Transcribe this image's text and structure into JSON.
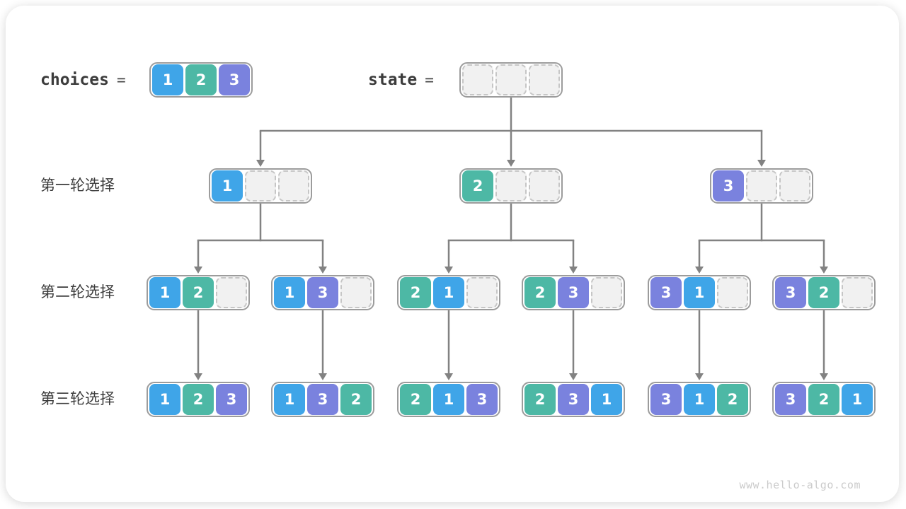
{
  "diagram": {
    "title_row": {
      "choices": {
        "label": "choices",
        "equals": "=",
        "cells": [
          "1",
          "2",
          "3"
        ]
      },
      "state": {
        "label": "state",
        "equals": "=",
        "cells": [
          "",
          "",
          ""
        ]
      }
    },
    "rows": [
      {
        "label": "第一轮选择",
        "containers": [
          [
            "1",
            "",
            ""
          ],
          [
            "2",
            "",
            ""
          ],
          [
            "3",
            "",
            ""
          ]
        ]
      },
      {
        "label": "第二轮选择",
        "containers": [
          [
            "1",
            "2",
            ""
          ],
          [
            "1",
            "3",
            ""
          ],
          [
            "2",
            "1",
            ""
          ],
          [
            "2",
            "3",
            ""
          ],
          [
            "3",
            "1",
            ""
          ],
          [
            "3",
            "2",
            ""
          ]
        ]
      },
      {
        "label": "第三轮选择",
        "containers": [
          [
            "1",
            "2",
            "3"
          ],
          [
            "1",
            "3",
            "2"
          ],
          [
            "2",
            "1",
            "3"
          ],
          [
            "2",
            "3",
            "1"
          ],
          [
            "3",
            "1",
            "2"
          ],
          [
            "3",
            "2",
            "1"
          ]
        ]
      }
    ],
    "watermark": "www.hello-algo.com"
  },
  "colors": {
    "value_1": "#3FA5E8",
    "value_2": "#4DB8A5",
    "value_3": "#7A82DE",
    "container_border": "#9C9C9C",
    "empty_cell_fill": "#F1F1F1",
    "empty_cell_border": "#C6C6C6",
    "connector": "#828282",
    "text_dark": "#3C3C3C",
    "watermark_gray": "#CBCBCB"
  }
}
